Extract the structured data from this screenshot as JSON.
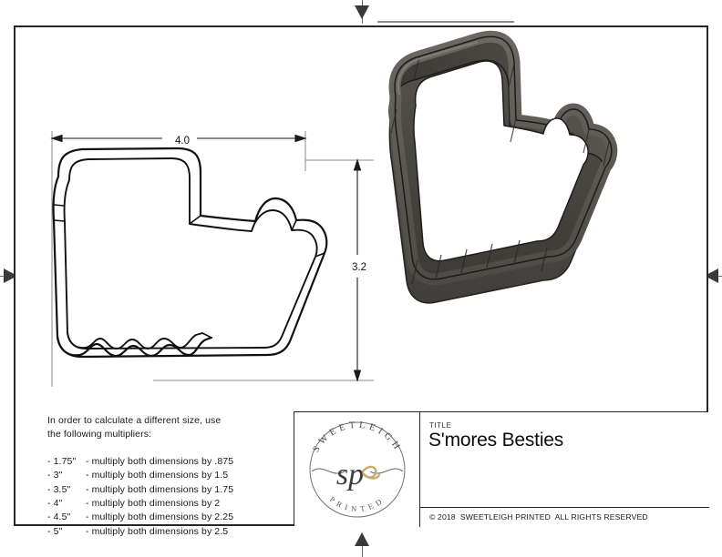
{
  "document": {
    "type": "technical-drawing",
    "background_color": "#ffffff",
    "frame_color": "#262626"
  },
  "drawing": {
    "dimensions": {
      "width_label": "4.0",
      "height_label": "3.2"
    },
    "outline_name": "smores-cookie-cutter-outline",
    "render_name": "smores-cookie-cutter-3d-render",
    "render_color": "#4a4845"
  },
  "notes": {
    "intro": "In order to calculate a different size, use\nthe following multipliers:",
    "multipliers": [
      {
        "size": "- 1.75\"",
        "text": "- multiply both dimensions by .875"
      },
      {
        "size": "- 3\"",
        "text": "- multiply both dimensions by 1.5"
      },
      {
        "size": "- 3.5\"",
        "text": "- multiply both dimensions by 1.75"
      },
      {
        "size": "- 4\"",
        "text": "- multiply both dimensions by 2"
      },
      {
        "size": "- 4.5\"",
        "text": "- multiply both dimensions by 2.25"
      },
      {
        "size": "- 5\"",
        "text": "- multiply both dimensions by 2.5"
      }
    ]
  },
  "title_block": {
    "title_label": "TITLE",
    "title_value": "S'mores Besties",
    "copyright": "© 2018  SWEETLEIGH PRINTED  ALL RIGHTS RESERVED",
    "logo": {
      "top_arc_text": "SWEETLEIGH",
      "bottom_arc_text": "PRINTED",
      "monogram": "sp",
      "accent_color": "#c9a96a",
      "ink_color": "#3b3b42"
    }
  },
  "center_marks": {
    "top": "center-mark-top",
    "bottom": "center-mark-bottom",
    "left": "center-mark-left",
    "right": "center-mark-right"
  }
}
